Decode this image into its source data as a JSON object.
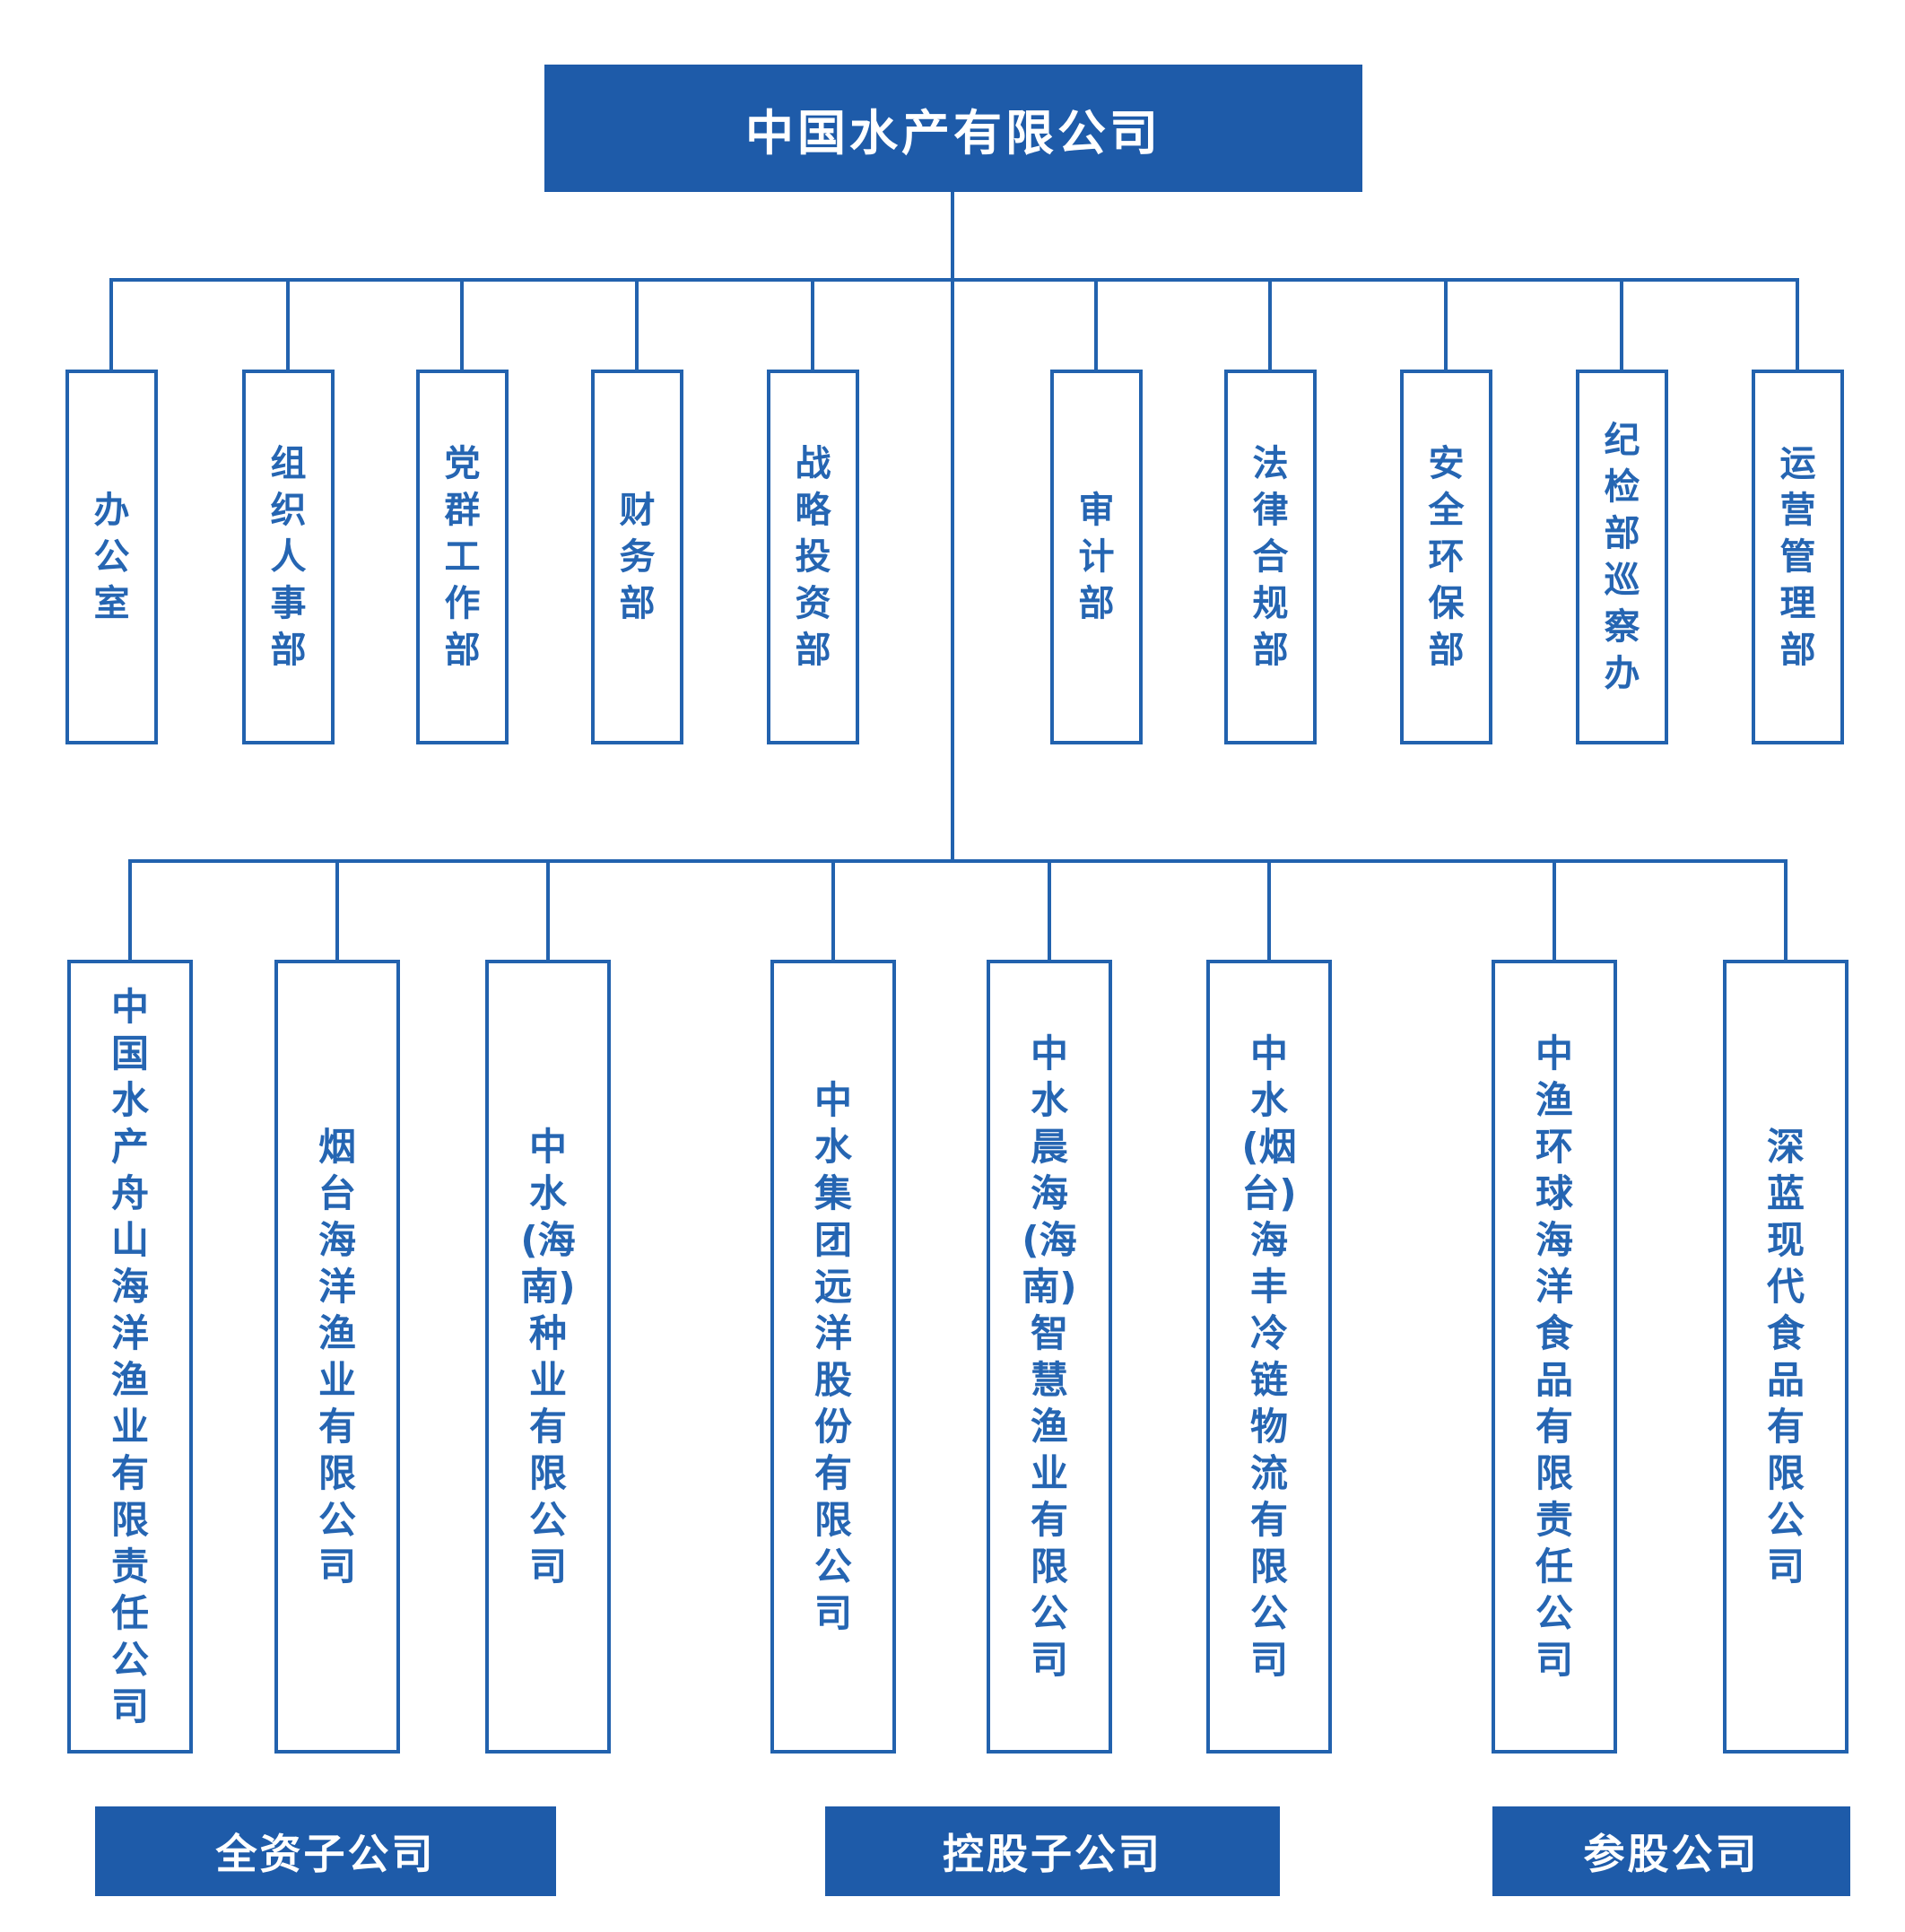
{
  "colors": {
    "fill": "#1e5ba9",
    "line": "#2262ae",
    "text": "#2565b2"
  },
  "root": {
    "title": "中国水产有限公司"
  },
  "departments": [
    "办公室",
    "组织人事部",
    "党群工作部",
    "财务部",
    "战略投资部",
    "审计部",
    "法律合规部",
    "安全环保部",
    "纪检部巡察办",
    "运营管理部"
  ],
  "companies": [
    "中国水产舟山海洋渔业有限责任公司",
    "烟台海洋渔业有限公司",
    "中水(海南)种业有限公司",
    "中水集团远洋股份有限公司",
    "中水晨海(海南)智慧渔业有限公司",
    "中水(烟台)海丰冷链物流有限公司",
    "中渔环球海洋食品有限责任公司",
    "深蓝现代食品有限公司"
  ],
  "group_labels": [
    "全资子公司",
    "控股子公司",
    "参股公司"
  ]
}
